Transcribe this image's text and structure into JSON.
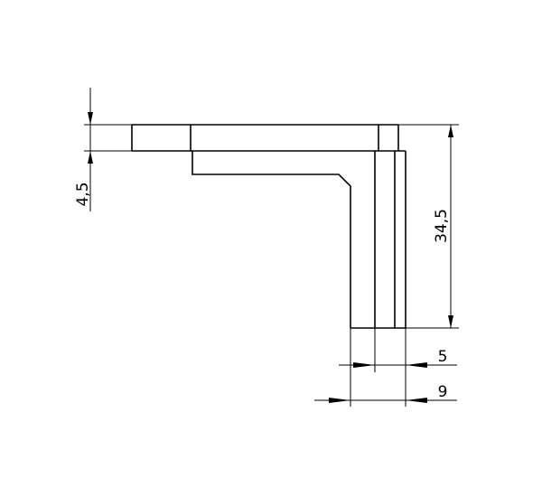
{
  "drawing": {
    "type": "technical drawing of an angle bracket profile",
    "line_color": "#000000",
    "background": "#ffffff"
  },
  "dimensions": {
    "thickness": "4,5",
    "height": "34,5",
    "inner_width": "5",
    "outer_width": "9"
  }
}
